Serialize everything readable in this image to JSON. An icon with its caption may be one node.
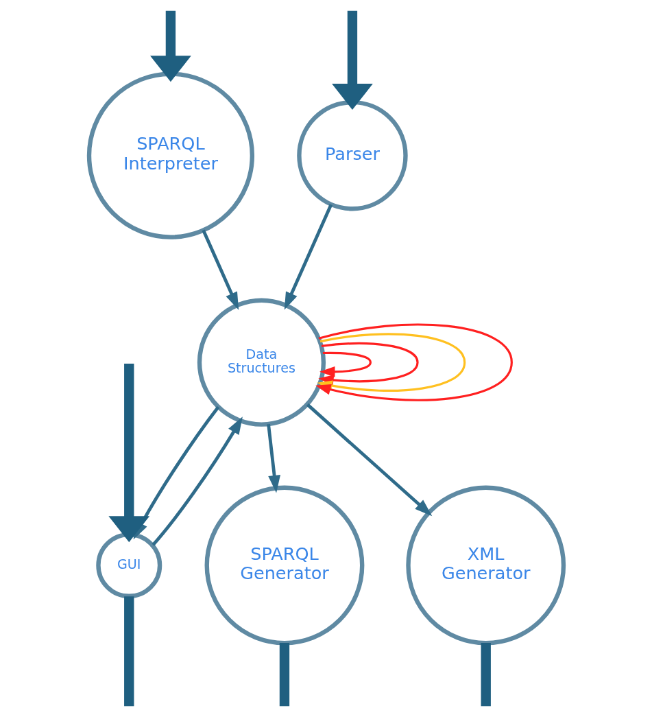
{
  "diagram": {
    "nodes": [
      {
        "text": [
          "SPARQL Generator"
        ]
      },
      {
        "text": [
          "SPARQL Interpreter"
        ]
      },
      {
        "text": [
          "Parser"
        ]
      },
      {
        "text": [
          "Data Structures"
        ]
      },
      {
        "text": [
          "GUI"
        ]
      },
      {
        "text": [
          "XML Generator"
        ]
      }
    ],
    "edges": [
      {
        "from": 3,
        "to": 0,
        "arrow": "to"
      },
      {
        "from": 1,
        "to": 3,
        "arrow": "to"
      },
      {
        "from": 2,
        "to": 3,
        "arrow": "to"
      },
      {
        "from": 3,
        "to": 4,
        "arrow": "to"
      },
      {
        "from": 4,
        "to": 3,
        "arrow": "to"
      },
      {
        "from": 3,
        "to": 5,
        "arrow": "to"
      },
      {
        "from": 3,
        "to": 3,
        "arrow": "to",
        "color": "#ff2020"
      },
      {
        "from": 3,
        "to": 3,
        "arrow": "to",
        "color": "#ff2020"
      },
      {
        "from": 3,
        "to": 3,
        "arrow": "to",
        "color": "#ffc020"
      },
      {
        "from": 3,
        "to": 3,
        "arrow": "to",
        "color": "#ff2020"
      },
      {
        "from": 0,
        "to": null,
        "arrow": "none",
        "style": "thick"
      },
      {
        "from": null,
        "to": 1,
        "arrow": "to",
        "style": "thick"
      },
      {
        "from": null,
        "to": 2,
        "arrow": "to",
        "style": "thick"
      },
      {
        "from": null,
        "to": 4,
        "arrow": "to",
        "style": "thick"
      },
      {
        "from": 4,
        "to": null,
        "arrow": "none",
        "style": "thick"
      },
      {
        "from": 5,
        "to": null,
        "arrow": "none",
        "style": "thick"
      }
    ]
  }
}
